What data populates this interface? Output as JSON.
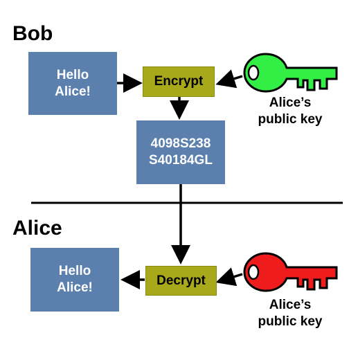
{
  "bob": {
    "name": "Bob",
    "message": [
      "Hello",
      "Alice!"
    ],
    "operation": "Encrypt",
    "key_label": [
      "Alice’s",
      "public key"
    ],
    "key_color": "#33ee44"
  },
  "ciphertext": [
    "4098S238",
    "S40184GL"
  ],
  "alice": {
    "name": "Alice",
    "message": [
      "Hello",
      "Alice!"
    ],
    "operation": "Decrypt",
    "key_label": [
      "Alice’s",
      "public key"
    ],
    "key_color": "#ee1c1c"
  },
  "colors": {
    "message_box": "#5b80ae",
    "operation_box": "#a7a81a",
    "divider": "#000000"
  }
}
